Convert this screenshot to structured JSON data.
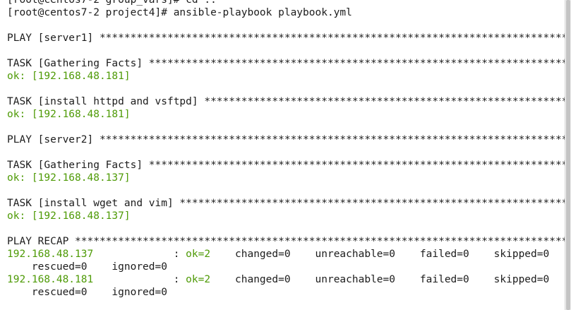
{
  "terminal": {
    "lines": [
      "[root@centos7-2 group_vars]# cd ..",
      "[root@centos7-2 project4]# ansible-playbook playbook.yml",
      "",
      "PLAY [server1] *****************************************************************************",
      "",
      "TASK [Gathering Facts] *********************************************************************",
      "ok: [192.168.48.181]",
      "",
      "TASK [install httpd and vsftpd] ************************************************************",
      "ok: [192.168.48.181]",
      "",
      "PLAY [server2] *****************************************************************************",
      "",
      "TASK [Gathering Facts] *********************************************************************",
      "ok: [192.168.48.137]",
      "",
      "TASK [install wget and vim] ****************************************************************",
      "ok: [192.168.48.137]",
      "",
      "PLAY RECAP *********************************************************************************"
    ],
    "recap": [
      {
        "host": "192.168.48.137",
        "sep": "             : ",
        "ok": "ok=2",
        "rest": "    changed=0    unreachable=0    failed=0    skipped=0",
        "cont": "    rescued=0    ignored=0"
      },
      {
        "host": "192.168.48.181",
        "sep": "             : ",
        "ok": "ok=2",
        "rest": "    changed=0    unreachable=0    failed=0    skipped=0",
        "cont": "    rescued=0    ignored=0"
      }
    ]
  },
  "colors": {
    "background": "#ffffff",
    "text": "#1c1c1c",
    "ok": "#4e9a06"
  }
}
